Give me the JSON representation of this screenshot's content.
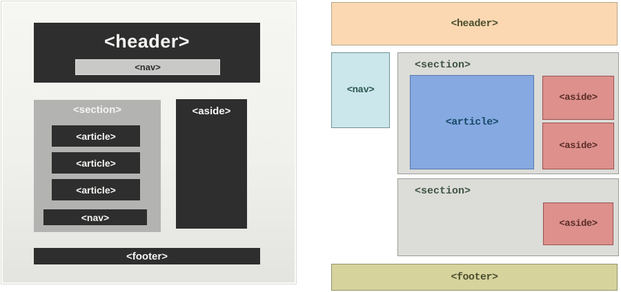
{
  "left_diagram": {
    "header_label": "<header>",
    "header_nav_label": "<nav>",
    "section_label": "<section>",
    "articles": [
      "<article>",
      "<article>",
      "<article>"
    ],
    "section_nav_label": "<nav>",
    "aside_label": "<aside>",
    "footer_label": "<footer>"
  },
  "right_diagram": {
    "header_label": "<header>",
    "nav_label": "<nav>",
    "section1_label": "<section>",
    "article_label": "<article>",
    "aside1_label": "<aside>",
    "aside2_label": "<aside>",
    "section2_label": "<section>",
    "aside3_label": "<aside>",
    "footer_label": "<footer>"
  },
  "colors": {
    "left_panel_bg": "#f0f0ec",
    "left_box_dark": "#2e2e2e",
    "left_section_gray": "#b3b3b1",
    "left_nav_bar_gray": "#c9c9c7",
    "right_header_peach": "#fbd8b2",
    "right_nav_blue": "#cbe7ec",
    "right_section_gray": "#dcdcd8",
    "right_article_blue": "#86a9e1",
    "right_aside_salmon": "#dd908c",
    "right_footer_khaki": "#d7d39d",
    "right_label_green": "#3f5444"
  }
}
